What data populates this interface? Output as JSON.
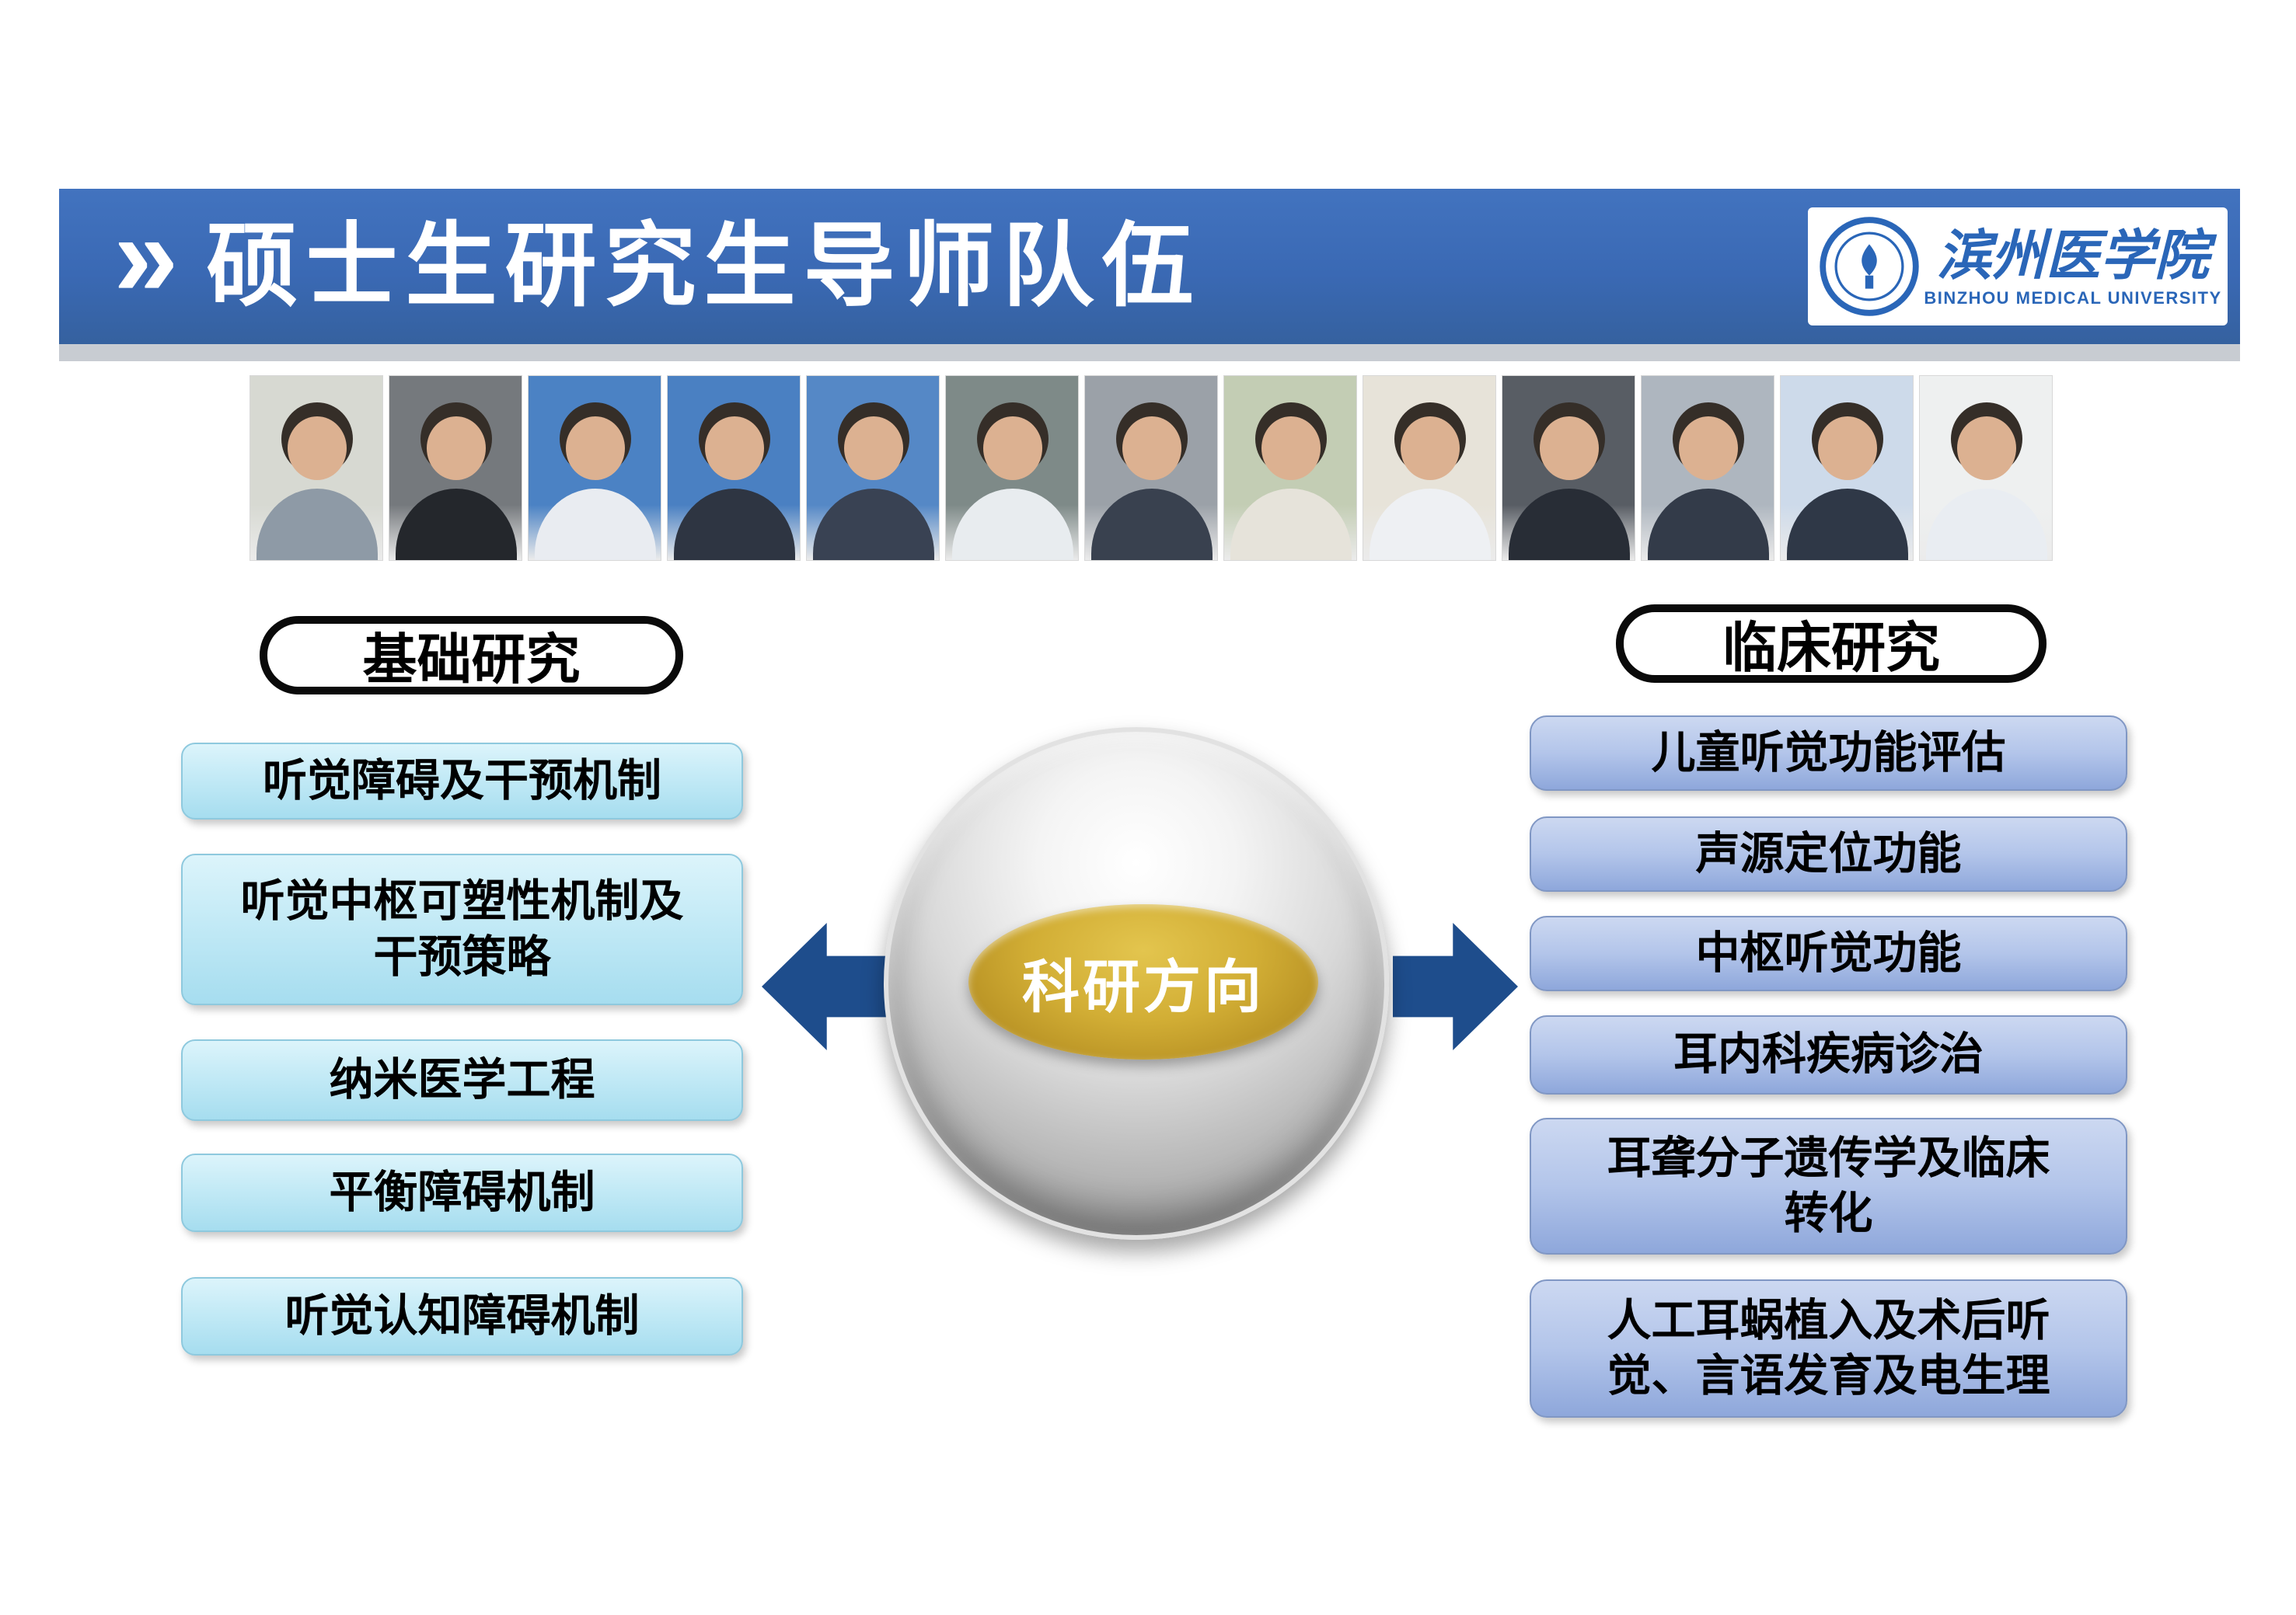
{
  "header": {
    "chevron": "»",
    "title": "硕士生研究生导师队伍",
    "bar_color": "#3a69b4",
    "logo": {
      "university_cn": "滨州医学院",
      "university_en": "BINZHOU  MEDICAL  UNIVERSITY",
      "brand_color": "#2a66b8"
    }
  },
  "photos": {
    "count": 13,
    "items": [
      {
        "bg": "#d7d9d2",
        "attire": "#8e9aa6"
      },
      {
        "bg": "#75797d",
        "attire": "#24272c"
      },
      {
        "bg": "#4b82c4",
        "attire": "#e9ecf1"
      },
      {
        "bg": "#4a80c2",
        "attire": "#2e3542"
      },
      {
        "bg": "#5588c6",
        "attire": "#394253"
      },
      {
        "bg": "#7e8a88",
        "attire": "#e8ecef"
      },
      {
        "bg": "#9ba1a8",
        "attire": "#39414f"
      },
      {
        "bg": "#c3cdb4",
        "attire": "#e6e3da"
      },
      {
        "bg": "#e7e3d9",
        "attire": "#eef0f3"
      },
      {
        "bg": "#585d64",
        "attire": "#282d36"
      },
      {
        "bg": "#aeb6bf",
        "attire": "#333b49"
      },
      {
        "bg": "#cddaea",
        "attire": "#2f3847"
      },
      {
        "bg": "#eef0f0",
        "attire": "#e9edf2"
      }
    ]
  },
  "diagram": {
    "center_label": "科研方向",
    "center_fill": "#c9a42e",
    "sphere_color": "#cfcfcf",
    "arrow_color": "#1e4d8c",
    "left_group": {
      "label": "基础研究",
      "box_color": "#bfe8f4",
      "items": [
        "听觉障碍及干预机制",
        "听觉中枢可塑性机制及\n干预策略",
        "纳米医学工程",
        "平衡障碍机制",
        "听觉认知障碍机制"
      ]
    },
    "right_group": {
      "label": "临床研究",
      "box_color": "#a9bde8",
      "items": [
        "儿童听觉功能评估",
        "声源定位功能",
        "中枢听觉功能",
        "耳内科疾病诊治",
        "耳聋分子遗传学及临床\n转化",
        "人工耳蜗植入及术后听\n觉、言语发育及电生理"
      ]
    }
  }
}
